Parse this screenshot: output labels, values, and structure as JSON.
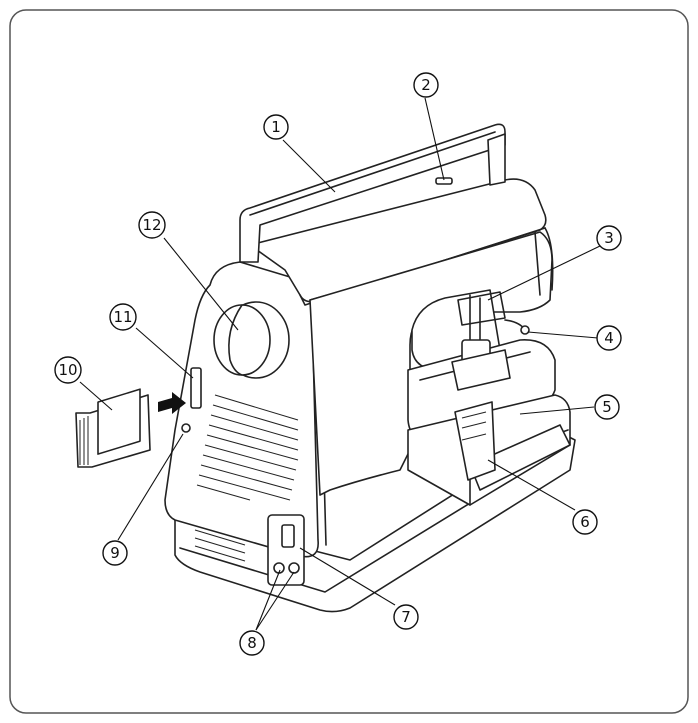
{
  "callouts": [
    {
      "id": 1,
      "label": "1"
    },
    {
      "id": 2,
      "label": "2"
    },
    {
      "id": 3,
      "label": "3"
    },
    {
      "id": 4,
      "label": "4"
    },
    {
      "id": 5,
      "label": "5"
    },
    {
      "id": 6,
      "label": "6"
    },
    {
      "id": 7,
      "label": "7"
    },
    {
      "id": 8,
      "label": "8"
    },
    {
      "id": 9,
      "label": "9"
    },
    {
      "id": 10,
      "label": "10"
    },
    {
      "id": 11,
      "label": "11"
    },
    {
      "id": 12,
      "label": "12"
    }
  ],
  "colors": {
    "line": "#222222",
    "frame": "#555555",
    "background": "#ffffff"
  }
}
